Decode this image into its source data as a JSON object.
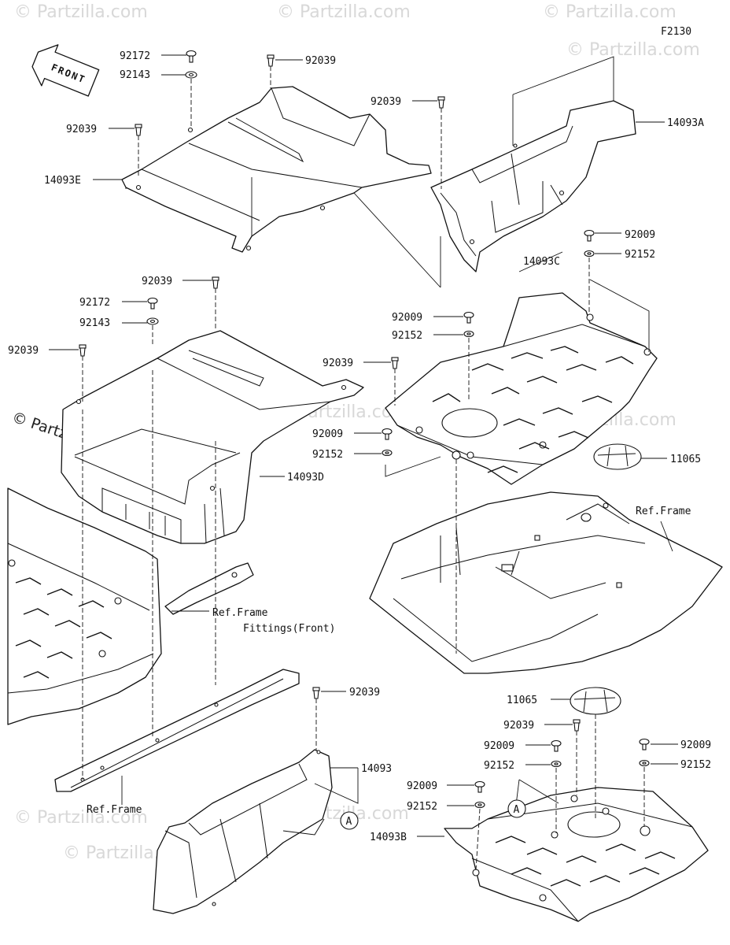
{
  "figure_code": "F2130",
  "front_arrow": {
    "label": "FRONT",
    "icon": "front-arrow-icon"
  },
  "watermarks": {
    "faint": "© Partzilla.com",
    "prominent": "© Partzilla.com"
  },
  "parts": {
    "p92172a": "92172",
    "p92143a": "92143",
    "p92039a": "92039",
    "p92039b": "92039",
    "p14093e": "14093E",
    "p92039c": "92039",
    "p14093a": "14093A",
    "p92009a": "92009",
    "p92152a": "92152",
    "p14093c": "14093C",
    "p92039d": "92039",
    "p92172b": "92172",
    "p92143b": "92143",
    "p92039e": "92039",
    "p92009b": "92009",
    "p92152b": "92152",
    "p92039f": "92039",
    "p92009c": "92009",
    "p92152c": "92152",
    "p11065a": "11065",
    "p14093d": "14093D",
    "p92039g": "92039",
    "p14093": "14093",
    "p11065b": "11065",
    "p92039h": "92039",
    "p92009d": "92009",
    "p92152d": "92152",
    "p92009e": "92009",
    "p92152e": "92152",
    "p92009f": "92009",
    "p92152f": "92152",
    "p14093b": "14093B"
  },
  "refs": {
    "frame_top": "Ref.Frame",
    "frame_fittings_1": "Ref.Frame",
    "frame_fittings_2": "Fittings(Front)",
    "frame_bottom": "Ref.Frame"
  },
  "callouts": {
    "a1": "A",
    "a2": "A"
  }
}
